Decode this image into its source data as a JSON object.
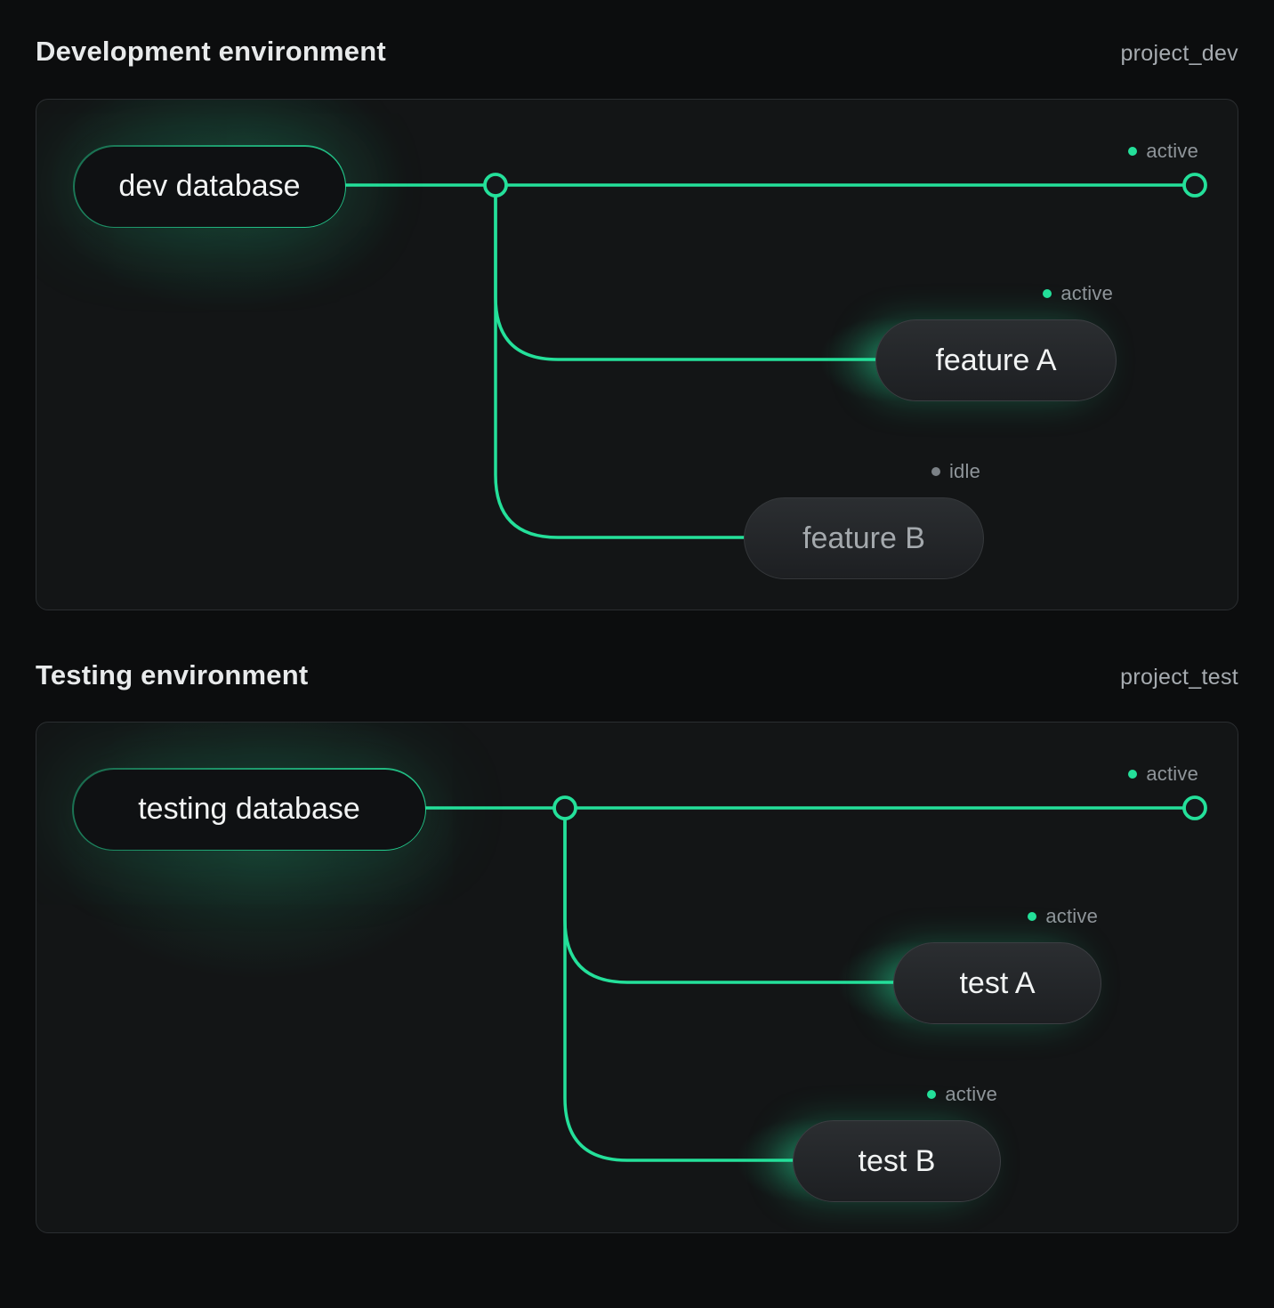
{
  "colors": {
    "accent_green": "#24E09A",
    "idle_gray": "#54585B",
    "status_text": "#8F959A",
    "panel_background": "#131516",
    "page_background": "#0C0D0E"
  },
  "sections": [
    {
      "title": "Development environment",
      "project_label": "project_dev",
      "database": {
        "label": "dev database",
        "status": "active"
      },
      "branches": [
        {
          "label": "feature A",
          "status": "active"
        },
        {
          "label": "feature B",
          "status": "idle"
        }
      ]
    },
    {
      "title": "Testing environment",
      "project_label": "project_test",
      "database": {
        "label": "testing database",
        "status": "active"
      },
      "branches": [
        {
          "label": "test A",
          "status": "active"
        },
        {
          "label": "test B",
          "status": "active"
        }
      ]
    }
  ]
}
